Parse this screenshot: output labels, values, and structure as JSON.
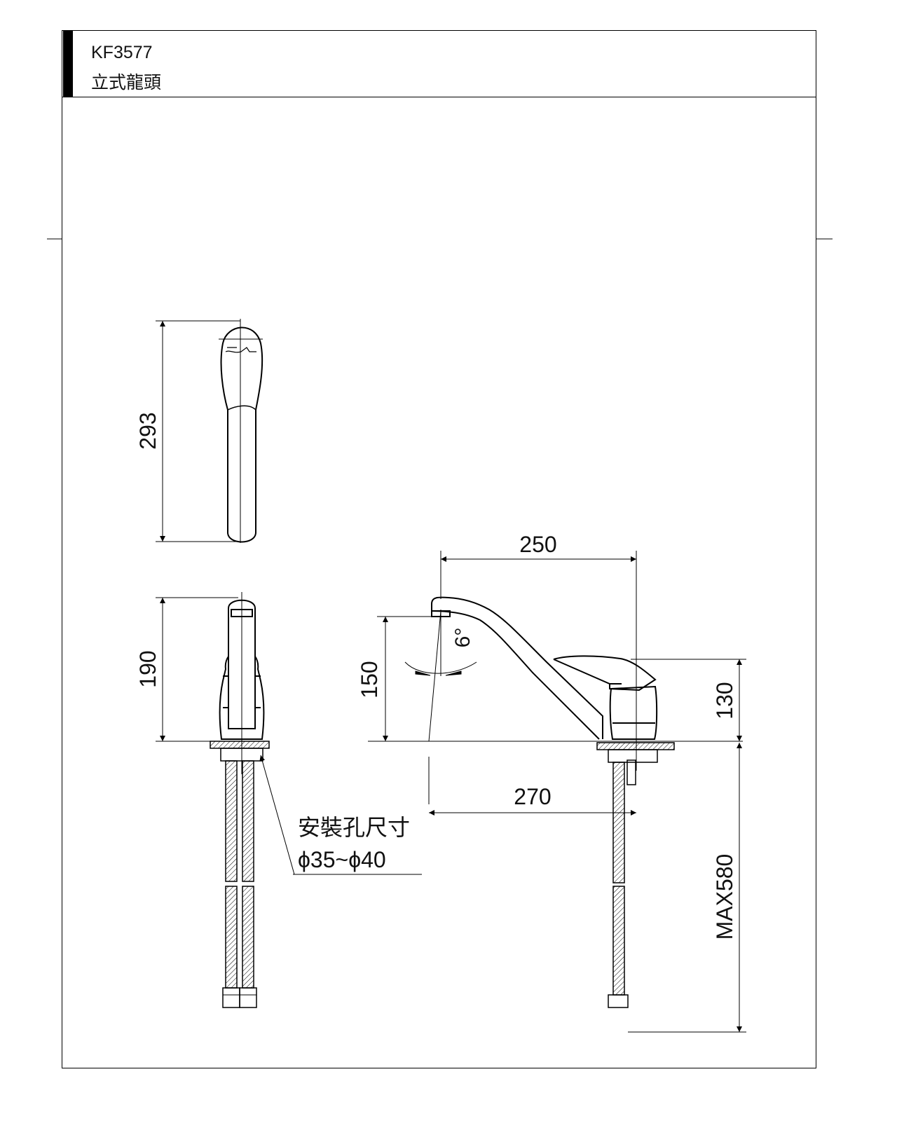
{
  "header": {
    "model": "KF3577",
    "product_name": "立式龍頭"
  },
  "dimensions": {
    "handle_length": "293",
    "front_height": "190",
    "spout_reach": "250",
    "spout_height": "150",
    "handle_height": "130",
    "outlet_to_center": "270",
    "hose_length": "MAX580",
    "spout_angle": "6°"
  },
  "note": {
    "label": "安裝孔尺寸",
    "value": "ϕ35~ϕ40"
  }
}
